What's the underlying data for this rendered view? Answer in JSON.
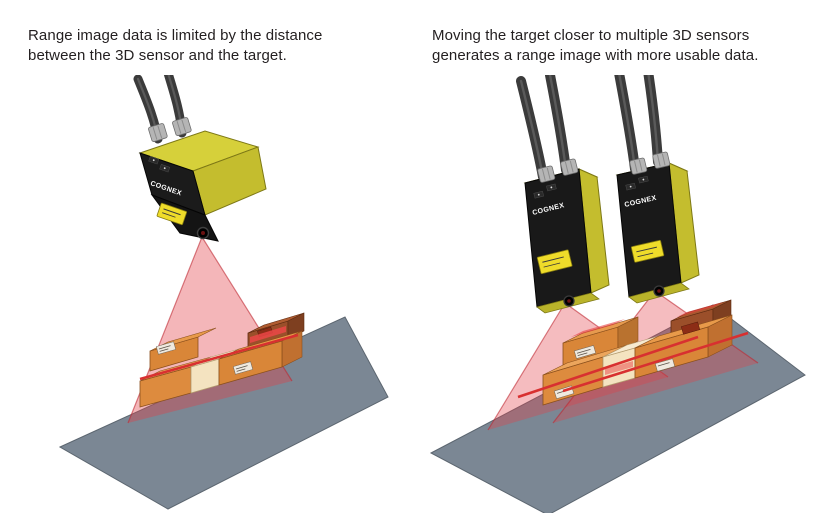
{
  "diagram": {
    "left": {
      "caption": "Range image data is limited by the distance between the 3D sensor and the target.",
      "sensors": 1
    },
    "right": {
      "caption": "Moving the target closer to multiple 3D sensors generates a range image with more usable data.",
      "sensors": 2
    }
  },
  "brand": "COGNEX",
  "colors": {
    "background": "#ffffff",
    "caption_text": "#231f20",
    "platform_gray": "#7b8794",
    "laser_red": "#e04850",
    "laser_line": "#d83030",
    "sensor_yellow": "#d6d03a",
    "sensor_black": "#191919",
    "cable_gray": "#3b3b3b",
    "connector_silver": "#b5b5b5",
    "warning_label_yellow": "#efdc2a",
    "box_orange": "#dd8b3e",
    "box_cream": "#f4e3c0",
    "box_brown": "#9b4f2a"
  }
}
